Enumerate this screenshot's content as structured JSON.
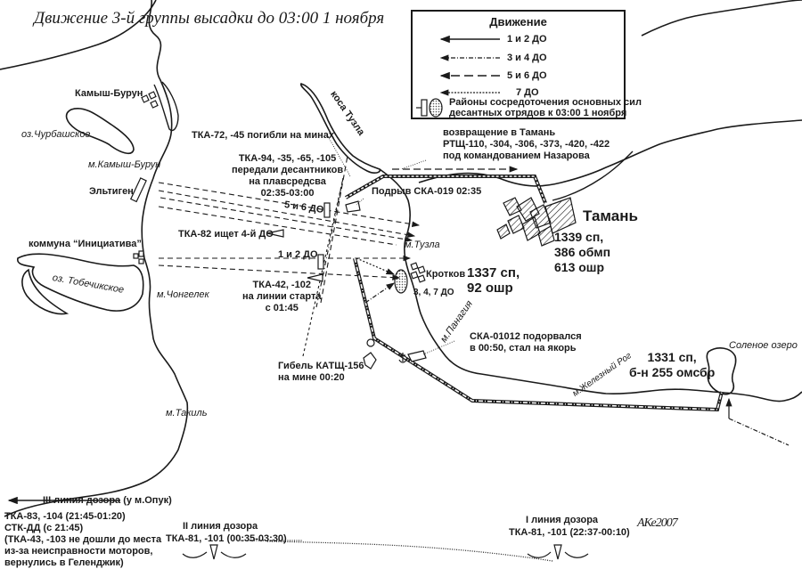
{
  "title": "Движение 3-й группы высадки до 03:00 1 ноября",
  "legend": {
    "title": "Движение",
    "items": [
      {
        "label": "1 и 2 ДО",
        "style": "solid"
      },
      {
        "label": "3 и 4 ДО",
        "style": "dash-dot"
      },
      {
        "label": "5 и 6 ДО",
        "style": "long-dash"
      },
      {
        "label": "7 ДО",
        "style": "dotted"
      }
    ],
    "concentration_note_line1": "Районы сосредоточения основных сил",
    "concentration_note_line2": "десантных отрядов к 03:00 1 ноября"
  },
  "places": {
    "kamysh_burun": "Камыш-Бурун",
    "lake_churbash": "оз.Чурбашское",
    "cape_kamysh_burun": "м.Камыш-Бурун",
    "eltigen": "Эльтиген",
    "kommuna": "коммуна “Инициатива”",
    "lake_tobechik": "оз. Тобечикское",
    "cape_chongelek": "м.Чонгелек",
    "cape_takil": "м.Такиль",
    "kosa_tuzla": "коса Тузла",
    "cape_tuzla": "м.Тузла",
    "taman": "Тамань",
    "krotkov": "Кротков",
    "cape_panagia": "м.Панагия",
    "cape_zhelezny_rog": "м.Железный Рог",
    "salt_lake": "Соленое озеро"
  },
  "units": {
    "taman_line1": "1339 сп,",
    "taman_line2": "386 обмп",
    "taman_line3": "613 ошр",
    "krotkov_line1": "1337 сп,",
    "krotkov_line2": "92 ошр",
    "krotkov_do": "3, 4, 7 ДО",
    "east_line1": "1331 сп,",
    "east_line2": "б-н 255 омсбр"
  },
  "annotations": {
    "tka72": "ТКА-72, -45 погибли на минах",
    "tka94_line1": "ТКА-94, -35, -65, -105",
    "tka94_line2": "передали десантников",
    "tka94_line3": "на плавсредсва",
    "tka94_line4": "02:35-03:00",
    "return_line1": "возвращение в Тамань",
    "return_line2": "РТЩ-110, -304, -306, -373, -420, -422",
    "return_line3": "под командованием Назарова",
    "ska019": "Подрыв СКА-019 02:35",
    "do56": "5 и 6 ДО",
    "tka82": "ТКА-82 ищет 4-й ДО",
    "do12": "1 и 2 ДО",
    "tka42_line1": "ТКА-42, -102",
    "tka42_line2": "на линии старта",
    "tka42_line3": "с 01:45",
    "ska01012_line1": "СКА-01012 подорвался",
    "ska01012_line2": "в 00:50, стал на якорь",
    "katshch_line1": "Гибель КАТЩ-156",
    "katshch_line2": "на мине 00:20"
  },
  "patrol_lines": {
    "line3_title": "III линия дозора (у м.Опук)",
    "line3_row1": "ТКА-83, -104 (21:45-01:20)",
    "line3_row2": "СТК-ДД (с 21:45)",
    "line3_row3": "(ТКА-43, -103 не дошли до места",
    "line3_row4": "из-за неисправности моторов,",
    "line3_row5": "вернулись в Геленджик)",
    "line2_title": "II линия дозора",
    "line2_row1": "ТКА-81, -101 (00:35-03:30)",
    "line1_title": "I линия дозора",
    "line1_row1": "ТКА-81, -101 (22:37-00:10)"
  },
  "signature": "АКе2007",
  "icons": {
    "ship": "ship-icon",
    "anchor": "anchor-icon",
    "mine": "mine-icon",
    "settlement": "settlement-icon",
    "arrow": "arrow-icon"
  }
}
